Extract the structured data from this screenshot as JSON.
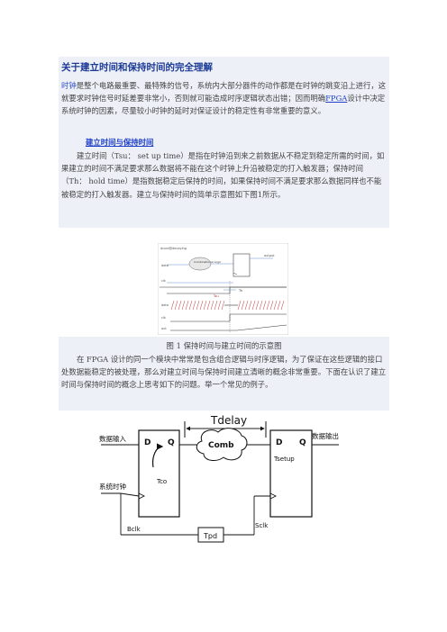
{
  "article": {
    "title": "关于建立时间和保持时间的完全理解",
    "intro_highlight": "时钟",
    "intro_part1": "是整个电路最重要、最特殊的信号，系统内大部分器件的动作都是在时钟的跳变沿上进行，这就要求时钟信号时延差要非常小，否则就可能造成时序逻辑状态出错；因而明确",
    "intro_link": "FPGA",
    "intro_part2": "设计中决定系统时钟的因素，尽量较小时钟的延时对保证设计的稳定性有非常重要的意义。",
    "subhead_part1": "建立时间",
    "subhead_sep": "与",
    "subhead_part2": "保持时间",
    "definition": "建立时间（Tsu： set up time）是指在时钟沿到来之前数据从不稳定到稳定所需的时间，如果建立的时间不满足要求那么数据将不能在这个时钟上升沿被稳定的打入触发器；保持时间（Th： hold time）是指数据稳定后保持的时间，如果保持时间不满足要求那么数据同样也不能被稳定的打入触发器。建立与保持时间的简单示意图如下图1所示。",
    "figure1_caption": "图 1 保持时间与建立时间的示意图",
    "paragraph2": "在 FPGA 设计的同一个模块中常常是包含组合逻辑与时序逻辑，为了保证在这些逻辑的接口处数据能稳定的被处理，那么对建立时间与保持时间建立清晰的概念非常重要。下面在认识了建立时间与保持时间的概念上思考如下的问题。举一个常见的例子。"
  },
  "figure1": {
    "header_label": "dcsrd@decaying",
    "block_label": "Combinational Logic",
    "data_label": "data",
    "clk_label": "clk",
    "tsu_label": "Tsu",
    "th_label": "Th",
    "data_row_label": "data",
    "clk_row_label": "clk",
    "out_row_label": "out",
    "output_label": "output"
  },
  "figure2": {
    "tdelay": "Tdelay",
    "comb": "Comb",
    "data_in": "数据输入",
    "data_out": "数据输出",
    "sys_clock": "系统时钟",
    "d1": "D",
    "q1": "Q",
    "d2": "D",
    "q2": "Q",
    "tco": "Tco",
    "tsetup": "Tsetup",
    "bclk": "Bclk",
    "sclk": "Sclk",
    "tpd": "Tpd"
  }
}
